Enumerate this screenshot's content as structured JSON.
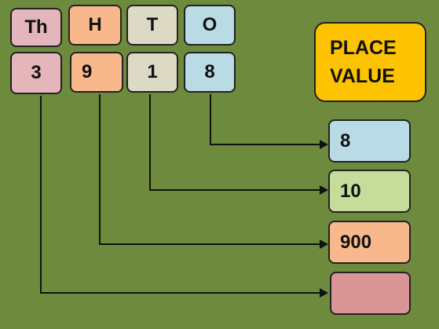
{
  "headers": [
    "Th",
    "H",
    "T",
    "O"
  ],
  "digits": [
    "3",
    "9",
    "1",
    "8"
  ],
  "title": {
    "line1": "PLACE",
    "line2": "VALUE"
  },
  "values": [
    "8",
    "10",
    "900",
    ""
  ],
  "colors": {
    "background": "#6e8b3d",
    "thousands": "#e4b5bb",
    "hundreds": "#f8b88c",
    "tens": "#dcdac5",
    "ones": "#b8dbe6",
    "title": "#fdc300",
    "result_ones": "#b8dbe6",
    "result_tens": "#c6dc9a",
    "result_hundreds": "#f8b88c",
    "result_thousands": "#da9597"
  }
}
